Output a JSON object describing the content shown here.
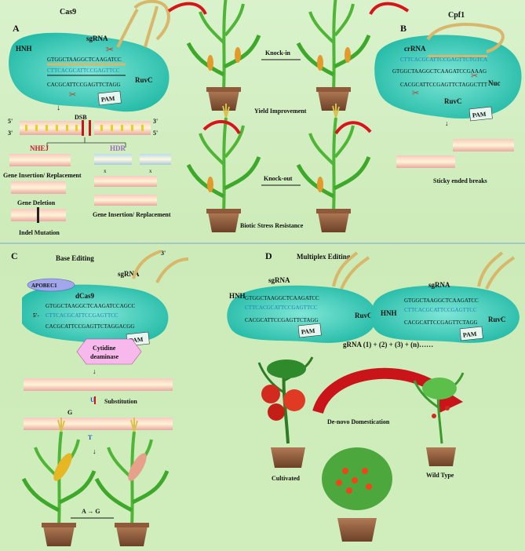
{
  "labels": {
    "five_prime": "5'",
    "three_prime": "3'",
    "five_prime_dash": "5'-"
  },
  "panels": {
    "a": {
      "letter": "A",
      "title": "Cas9",
      "hnh": "HNH",
      "sgrna": "sgRNA",
      "seq_top": "GTGGCTAAGGCTCAAGATCC",
      "seq_mid": "CTTCACGCATTCCGAGTTCC",
      "seq_bot": "CACGCATTCCGAGTTCTAGG",
      "ruvc": "RuvC",
      "pam": "PAM",
      "dsb": "DSB",
      "nhej": "NHEJ",
      "hdr": "HDR",
      "gene_insertion": "Gene Insertion/ Replacement",
      "gene_deletion": "Gene Deletion",
      "indel": "Indel Mutation",
      "gene_insertion_2": "Gene Insertion/ Replacement"
    },
    "b": {
      "letter": "B",
      "title": "Cpf1",
      "crrna": "crRNA",
      "seq_top": "CTTCACGCATTCCGAGTTCTGTCA",
      "seq_mid": "GTGGCTAAGGCTCAAGATCCGAAAG",
      "seq_bot": "CACGCATTCCGAGTTCTAGGCTTT",
      "nuc": "Nuc",
      "ruvc": "RuvC",
      "pam": "PAM",
      "sticky": "Sticky ended breaks"
    },
    "c": {
      "letter": "C",
      "title": "Base Editing",
      "apobec": "APOBEC1",
      "sgrna": "sgRNA",
      "dcas9": "dCas9",
      "seq_top": "GTGGCTAAGGCTCAAGATCCAGCC",
      "seq_mid": "CTTCACGCATTCCGAGTTCC",
      "seq_bot": "CACGCATTCCGAGTTCTAGGACGG",
      "pam": "PAM",
      "cytidine": "Cytidine",
      "deaminase": "deaminase",
      "base_u": "U",
      "base_g": "G",
      "base_t": "T",
      "substitution": "Substitution",
      "a_to_g": "A → G"
    },
    "d": {
      "letter": "D",
      "title": "Multiplex Editing",
      "hnh": "HNH",
      "sgrna": "sgRNA",
      "seq_top": "GTGGCTAAGGCTCAAGATCC",
      "seq_mid": "CTTCACGCATTCCGAGTTCC",
      "seq_bot": "CACGCATTCCGAGTTCTAGG",
      "ruvc": "RuvC",
      "pam": "PAM",
      "grna": "gRNA (1) + (2) + (3) + (n)……",
      "de_novo": "De-novo Domestication",
      "cultivated": "Cultivated",
      "wild_type": "Wild Type"
    }
  },
  "center": {
    "knock_in": "Knock-in",
    "yield": "Yield Improvement",
    "knock_out": "Knock-out",
    "biotic": "Biotic Stress Resistance"
  }
}
